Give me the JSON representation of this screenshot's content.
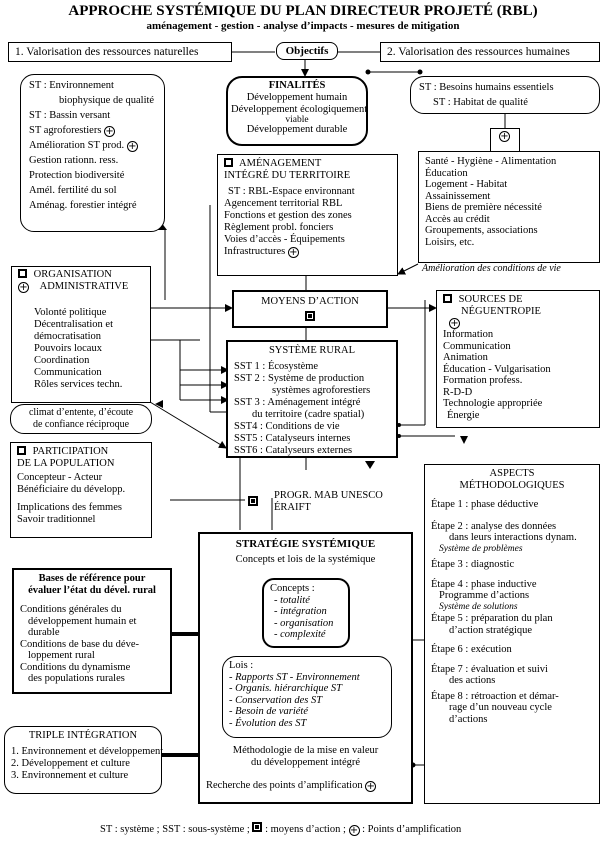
{
  "title": "APPROCHE SYSTÉMIQUE DU PLAN DIRECTEUR PROJETÉ (RBL)",
  "subtitle": "aménagement - gestion - analyse d’impacts - mesures de mitigation",
  "objectifs": "Objectifs",
  "valorisation_naturelles": "1. Valorisation des ressources naturelles",
  "valorisation_humaines": "2. Valorisation des ressources humaines",
  "st_left": {
    "items": [
      "ST : Environnement",
      "biophysique de qualité",
      "ST : Bassin versant",
      "ST agroforestiers",
      "Amélioration ST prod.",
      "Gestion rationn. ress.",
      "Protection biodiversité",
      "Amél. fertilité du sol",
      "Aménag. forestier intégré"
    ]
  },
  "finalites": {
    "title": "FINALITÉS",
    "items": [
      "Développement humain",
      "Développement écologiquement",
      "viable",
      "Développement durable"
    ]
  },
  "st_right": {
    "items": [
      "ST : Besoins humains essentiels",
      "ST : Habitat de qualité"
    ]
  },
  "amenagement": {
    "title1": "AMÉNAGEMENT",
    "title2": "INTÉGRÉ DU TERRITOIRE",
    "items": [
      "ST : RBL-Espace environnant",
      "Agencement territorial RBL",
      "Fonctions et gestion des zones",
      "Règlement probl. fonciers",
      "Voies d’accès - Équipements",
      "Infrastructures"
    ]
  },
  "besoins": {
    "items": [
      "Santé - Hygiène - Alimentation",
      "Éducation",
      "Logement - Habitat",
      "Assainissement",
      "Biens de première nécessité",
      "Accès au crédit",
      "Groupements, associations",
      "Loisirs, etc."
    ],
    "caption": "Amélioration des conditions de vie"
  },
  "organisation": {
    "title1": "ORGANISATION",
    "title2": "ADMINISTRATIVE",
    "items": [
      "Volonté politique",
      "Décentralisation et",
      "démocratisation",
      "Pouvoirs locaux",
      "Coordination",
      "Communication",
      "Rôles services techn."
    ]
  },
  "moyens": "MOYENS D’ACTION",
  "sources": {
    "title1": "SOURCES DE",
    "title2": "NÉGUENTROPIE",
    "items": [
      "Information",
      "Communication",
      "Animation",
      "Éducation - Vulgarisation",
      "Formation profess.",
      "R-D-D",
      "Technologie appropriée",
      "Énergie"
    ]
  },
  "climat": [
    "climat d’entente, d’écoute",
    "de confiance réciproque"
  ],
  "systeme_rural": {
    "title": "SYSTÈME RURAL",
    "items": [
      "SST 1 : Écosystème",
      "SST 2 : Système de production",
      "systèmes agroforestiers",
      "SST 3 : Aménagement intégré",
      "du territoire (cadre spatial)",
      "SST4 : Conditions de vie",
      "SST5 : Catalyseurs internes",
      "SST6 : Catalyseurs externes"
    ]
  },
  "participation": {
    "title1": "PARTICIPATION",
    "title2": "DE LA POPULATION",
    "items": [
      "Concepteur   - Acteur",
      "Bénéficiaire du développ.",
      "Implications des femmes",
      "Savoir traditionnel"
    ]
  },
  "progr": [
    "PROGR. MAB UNESCO",
    "ÉRAIFT"
  ],
  "aspects": {
    "title1": "ASPECTS",
    "title2": "MÉTHODOLOGIQUES",
    "items": [
      "Étape 1 : phase déductive",
      "Étape 2 : analyse des données",
      "dans leurs interactions dynam.",
      "Étape 3 : diagnostic",
      "Étape 4 : phase inductive",
      "Programme d’actions",
      "Étape 5 : préparation du plan",
      "d’action stratégique",
      "Étape 6 : exécution",
      "Étape 7 : évaluation et suivi",
      "des actions",
      "Étape 8 : rétroaction et démar-",
      "rage d’un nouveau cycle",
      "d’actions"
    ],
    "italic_1": "Système de problèmes",
    "italic_2": "Système de solutions"
  },
  "strategie": {
    "title": "STRATÉGIE SYSTÉMIQUE",
    "concepts_lois": "Concepts et lois de la  systémique",
    "concepts_title": "Concepts :",
    "concepts": [
      "- totalité",
      "- intégration",
      "- organisation",
      "- complexité"
    ],
    "lois_title": "Lois :",
    "lois": [
      "- Rapports ST - Environnement",
      "- Organis. hiérarchique ST",
      "- Conservation des ST",
      "- Besoin de variété",
      "- Évolution des ST"
    ],
    "methodologie": [
      "Méthodologie de la mise en valeur",
      "du développement intégré"
    ],
    "recherche": "Recherche des points d’amplification"
  },
  "bases": {
    "title1": "Bases de référence pour",
    "title2": "évaluer l’état du dével. rural",
    "items": [
      "Conditions générales du",
      "développement humain et",
      "durable",
      "Conditions de base du déve-",
      "loppement rural",
      "Conditions du dynamisme",
      "des populations rurales"
    ]
  },
  "triple": {
    "title": "TRIPLE INTÉGRATION",
    "items": [
      "1. Environnement et développement",
      "2. Développement et culture",
      "3. Environnement et culture"
    ]
  },
  "legend": {
    "part1": "ST : système ; SST : sous-système ;",
    "part2": ": moyens d’action ;",
    "part3": ": Points d’amplification"
  },
  "plus_symbol": "+"
}
